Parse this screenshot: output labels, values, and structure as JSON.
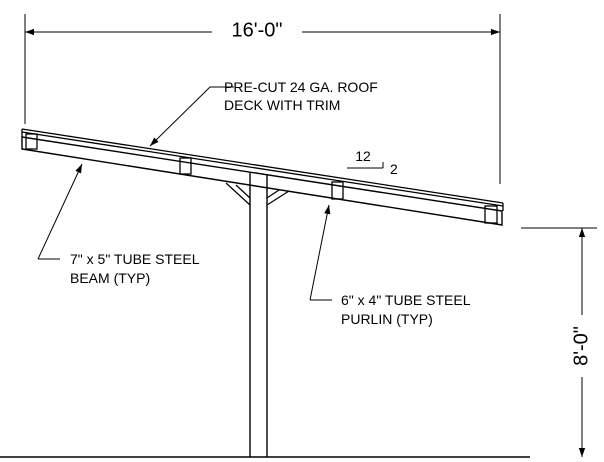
{
  "dimensions": {
    "width_label": "16'-0\"",
    "height_label": "8'-0\""
  },
  "slope": {
    "run": "12",
    "rise": "2"
  },
  "callouts": {
    "roof_line1": "PRE-CUT 24 GA. ROOF",
    "roof_line2": "DECK WITH TRIM",
    "beam_line1": "7\" x 5\" TUBE STEEL",
    "beam_line2": "BEAM (TYP)",
    "purlin_line1": "6\" x 4\" TUBE STEEL",
    "purlin_line2": "PURLIN (TYP)"
  }
}
